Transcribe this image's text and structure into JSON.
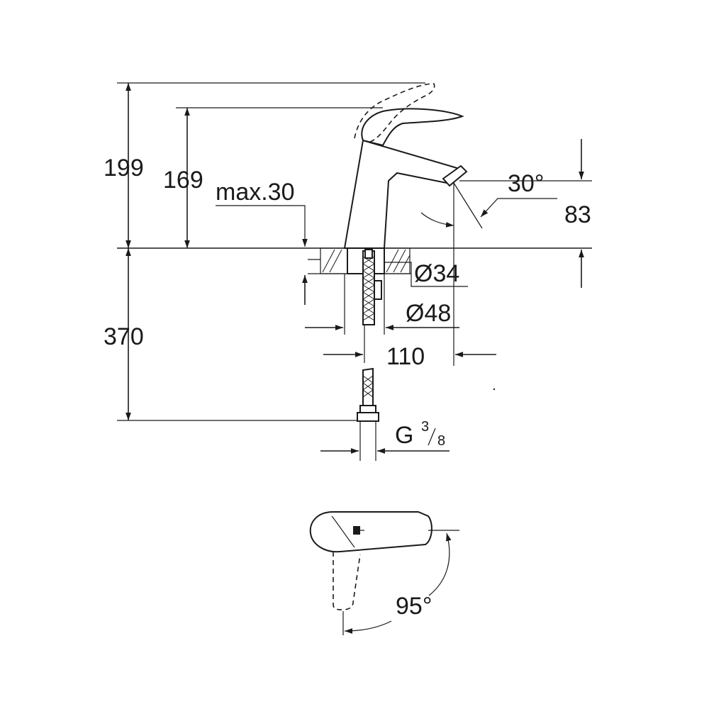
{
  "dimensions": {
    "total_height": "199",
    "spout_height": "169",
    "max_deck": "max.30",
    "spout_angle": "30°",
    "outlet_height": "83",
    "hole_diameter": "Ø34",
    "base_diameter": "Ø48",
    "reach": "110",
    "hose_length": "370",
    "thread": "G",
    "thread_num": "3",
    "thread_den": "8",
    "lever_angle": "95°"
  }
}
